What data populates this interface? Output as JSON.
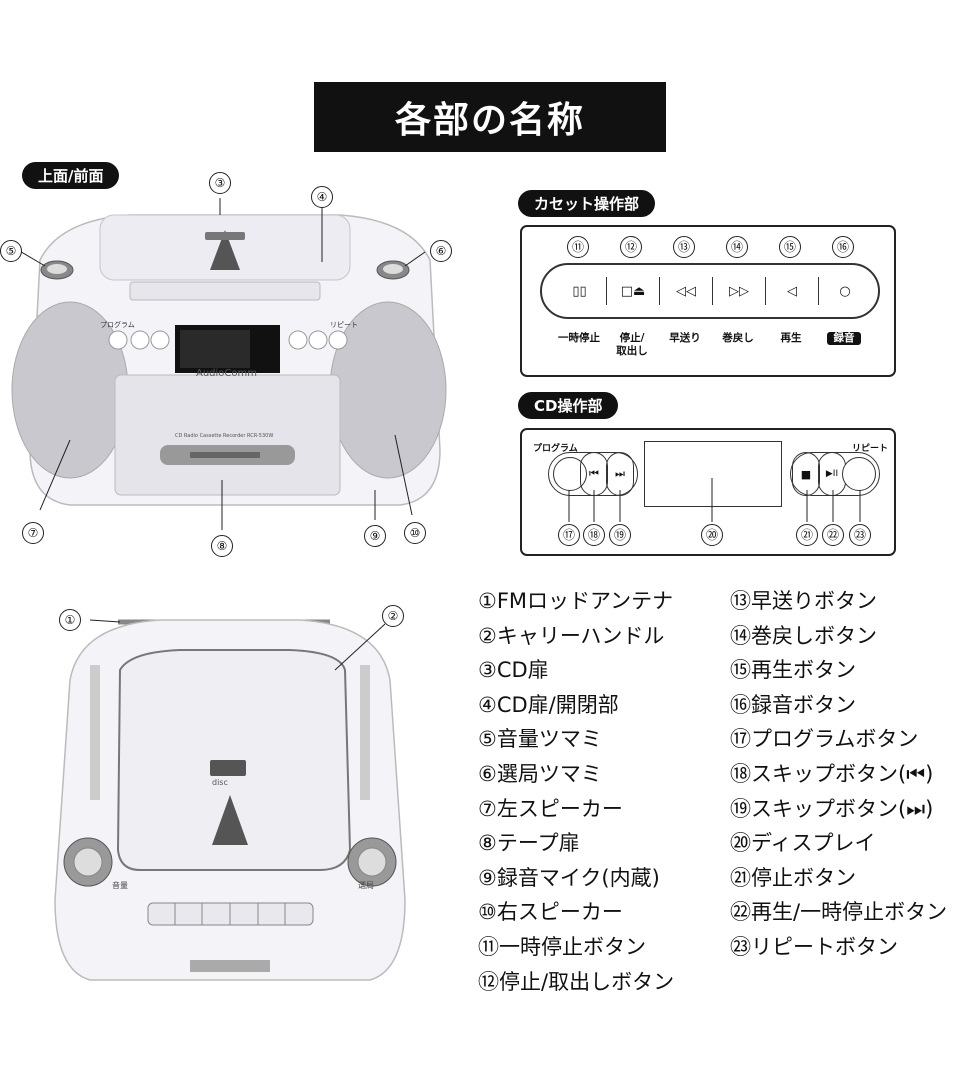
{
  "title": "各部の名称",
  "sections": {
    "top_front": "上面/前面",
    "cassette": "カセット操作部",
    "cd": "CD操作部"
  },
  "device_text": {
    "brand": "AudioComm",
    "model_line": "CD Radio Cassette Recorder  RCR-530W",
    "program_label": "プログラム",
    "repeat_label": "リピート",
    "cd_mark": "disc",
    "volume_label": "音量",
    "tuning_label": "選局"
  },
  "cassette_buttons": [
    {
      "num": "⑪",
      "symbol": "▯▯",
      "label": "一時停止"
    },
    {
      "num": "⑫",
      "symbol": "□⏏",
      "label": "停止/\n取出し"
    },
    {
      "num": "⑬",
      "symbol": "◁◁",
      "label": "早送り"
    },
    {
      "num": "⑭",
      "symbol": "▷▷",
      "label": "巻戻し"
    },
    {
      "num": "⑮",
      "symbol": "◁",
      "label": "再生"
    },
    {
      "num": "⑯",
      "symbol": "○",
      "label": "録音"
    }
  ],
  "cd_panel": {
    "program_label": "プログラム",
    "repeat_label": "リピート",
    "nums": [
      "⑰",
      "⑱",
      "⑲",
      "⑳",
      "㉑",
      "㉒",
      "㉓"
    ],
    "skip_back": "⏮",
    "skip_fwd": "⏭",
    "stop": "■",
    "play_pause": "▶II"
  },
  "callouts_front": [
    "①",
    "②",
    "③",
    "④",
    "⑤",
    "⑥",
    "⑦",
    "⑧",
    "⑨",
    "⑩"
  ],
  "legend_left": [
    "①FMロッドアンテナ",
    "②キャリーハンドル",
    "③CD扉",
    "④CD扉/開閉部",
    "⑤音量ツマミ",
    "⑥選局ツマミ",
    "⑦左スピーカー",
    "⑧テープ扉",
    "⑨録音マイク(内蔵)",
    "⑩右スピーカー",
    "⑪一時停止ボタン",
    "⑫停止/取出しボタン"
  ],
  "legend_right": [
    "⑬早送りボタン",
    "⑭巻戻しボタン",
    "⑮再生ボタン",
    "⑯録音ボタン",
    "⑰プログラムボタン",
    "⑱スキップボタン(⏮)",
    "⑲スキップボタン(⏭)",
    "⑳ディスプレイ",
    "㉑停止ボタン",
    "㉒再生/一時停止ボタン",
    "㉓リピートボタン"
  ]
}
